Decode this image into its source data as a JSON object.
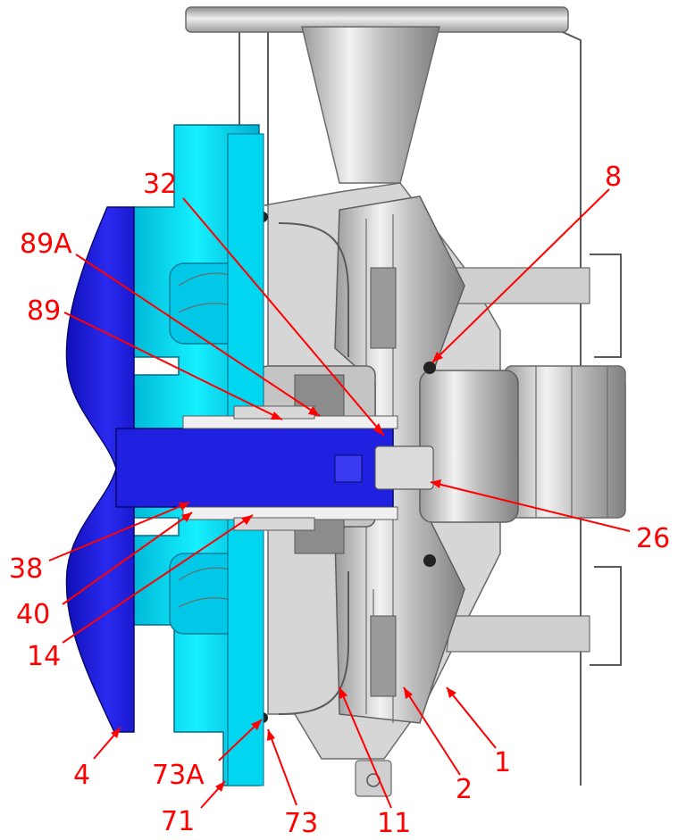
{
  "diagram": {
    "callouts": [
      {
        "id": "32",
        "text": "32"
      },
      {
        "id": "8",
        "text": "8"
      },
      {
        "id": "89A",
        "text": "89A"
      },
      {
        "id": "89",
        "text": "89"
      },
      {
        "id": "26",
        "text": "26"
      },
      {
        "id": "38",
        "text": "38"
      },
      {
        "id": "40",
        "text": "40"
      },
      {
        "id": "14",
        "text": "14"
      },
      {
        "id": "1",
        "text": "1"
      },
      {
        "id": "2",
        "text": "2"
      },
      {
        "id": "4",
        "text": "4"
      },
      {
        "id": "73A",
        "text": "73A"
      },
      {
        "id": "71",
        "text": "71"
      },
      {
        "id": "73",
        "text": "73"
      },
      {
        "id": "11",
        "text": "11"
      }
    ],
    "colors": {
      "callout": "#ff0000",
      "adapter": "#00e5f0",
      "adapter_dark": "#00a8c8",
      "bearing_frame": "#1a1adc",
      "bearing_frame_dark": "#0a0a9a",
      "steel": "#c8c8c8",
      "steel_dark": "#7a7a7a"
    }
  }
}
